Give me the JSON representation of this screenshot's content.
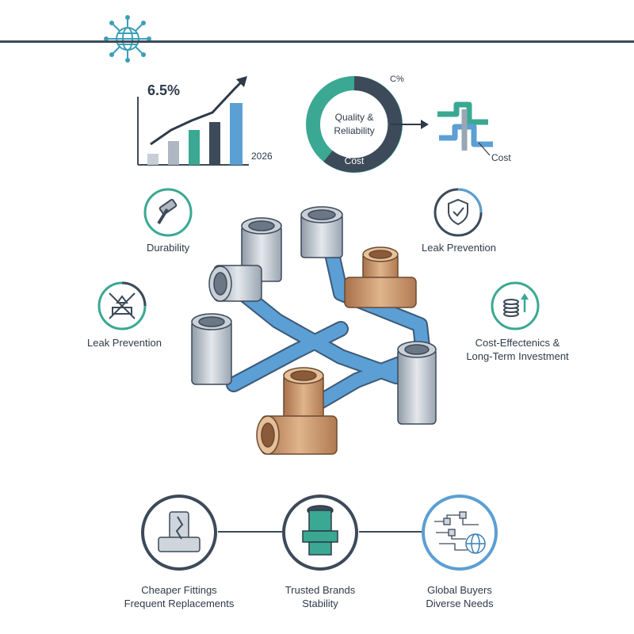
{
  "growth": {
    "rate": "6.5%",
    "year": "2026"
  },
  "donut": {
    "center": "Quality &\nReliability",
    "bottom": "Cost",
    "corner": "C%"
  },
  "pipes_cost": "Cost",
  "features": {
    "durability": "Durability",
    "leak_left": "Leak Prevention",
    "leak_right": "Leak Prevention",
    "cost_effectiveness": "Cost-Effectenics &\nLong-Term Investment"
  },
  "bottom_items": [
    {
      "label": "Cheaper Fittings\nFrequent Replacements"
    },
    {
      "label": "Trusted Brands\nStability"
    },
    {
      "label": "Global Buyers\nDiverse Needs"
    }
  ],
  "colors": {
    "navy": "#3d4a5a",
    "teal": "#3aa892",
    "blue": "#5b9fd4",
    "pipe": "#4c8fcf",
    "copper": "#c49068"
  },
  "icons": [
    "globe-network-icon",
    "hammer-icon",
    "shield-check-icon",
    "no-leak-icon",
    "coins-growth-icon",
    "broken-fitting-icon",
    "trusted-fitting-icon",
    "global-network-icon"
  ]
}
